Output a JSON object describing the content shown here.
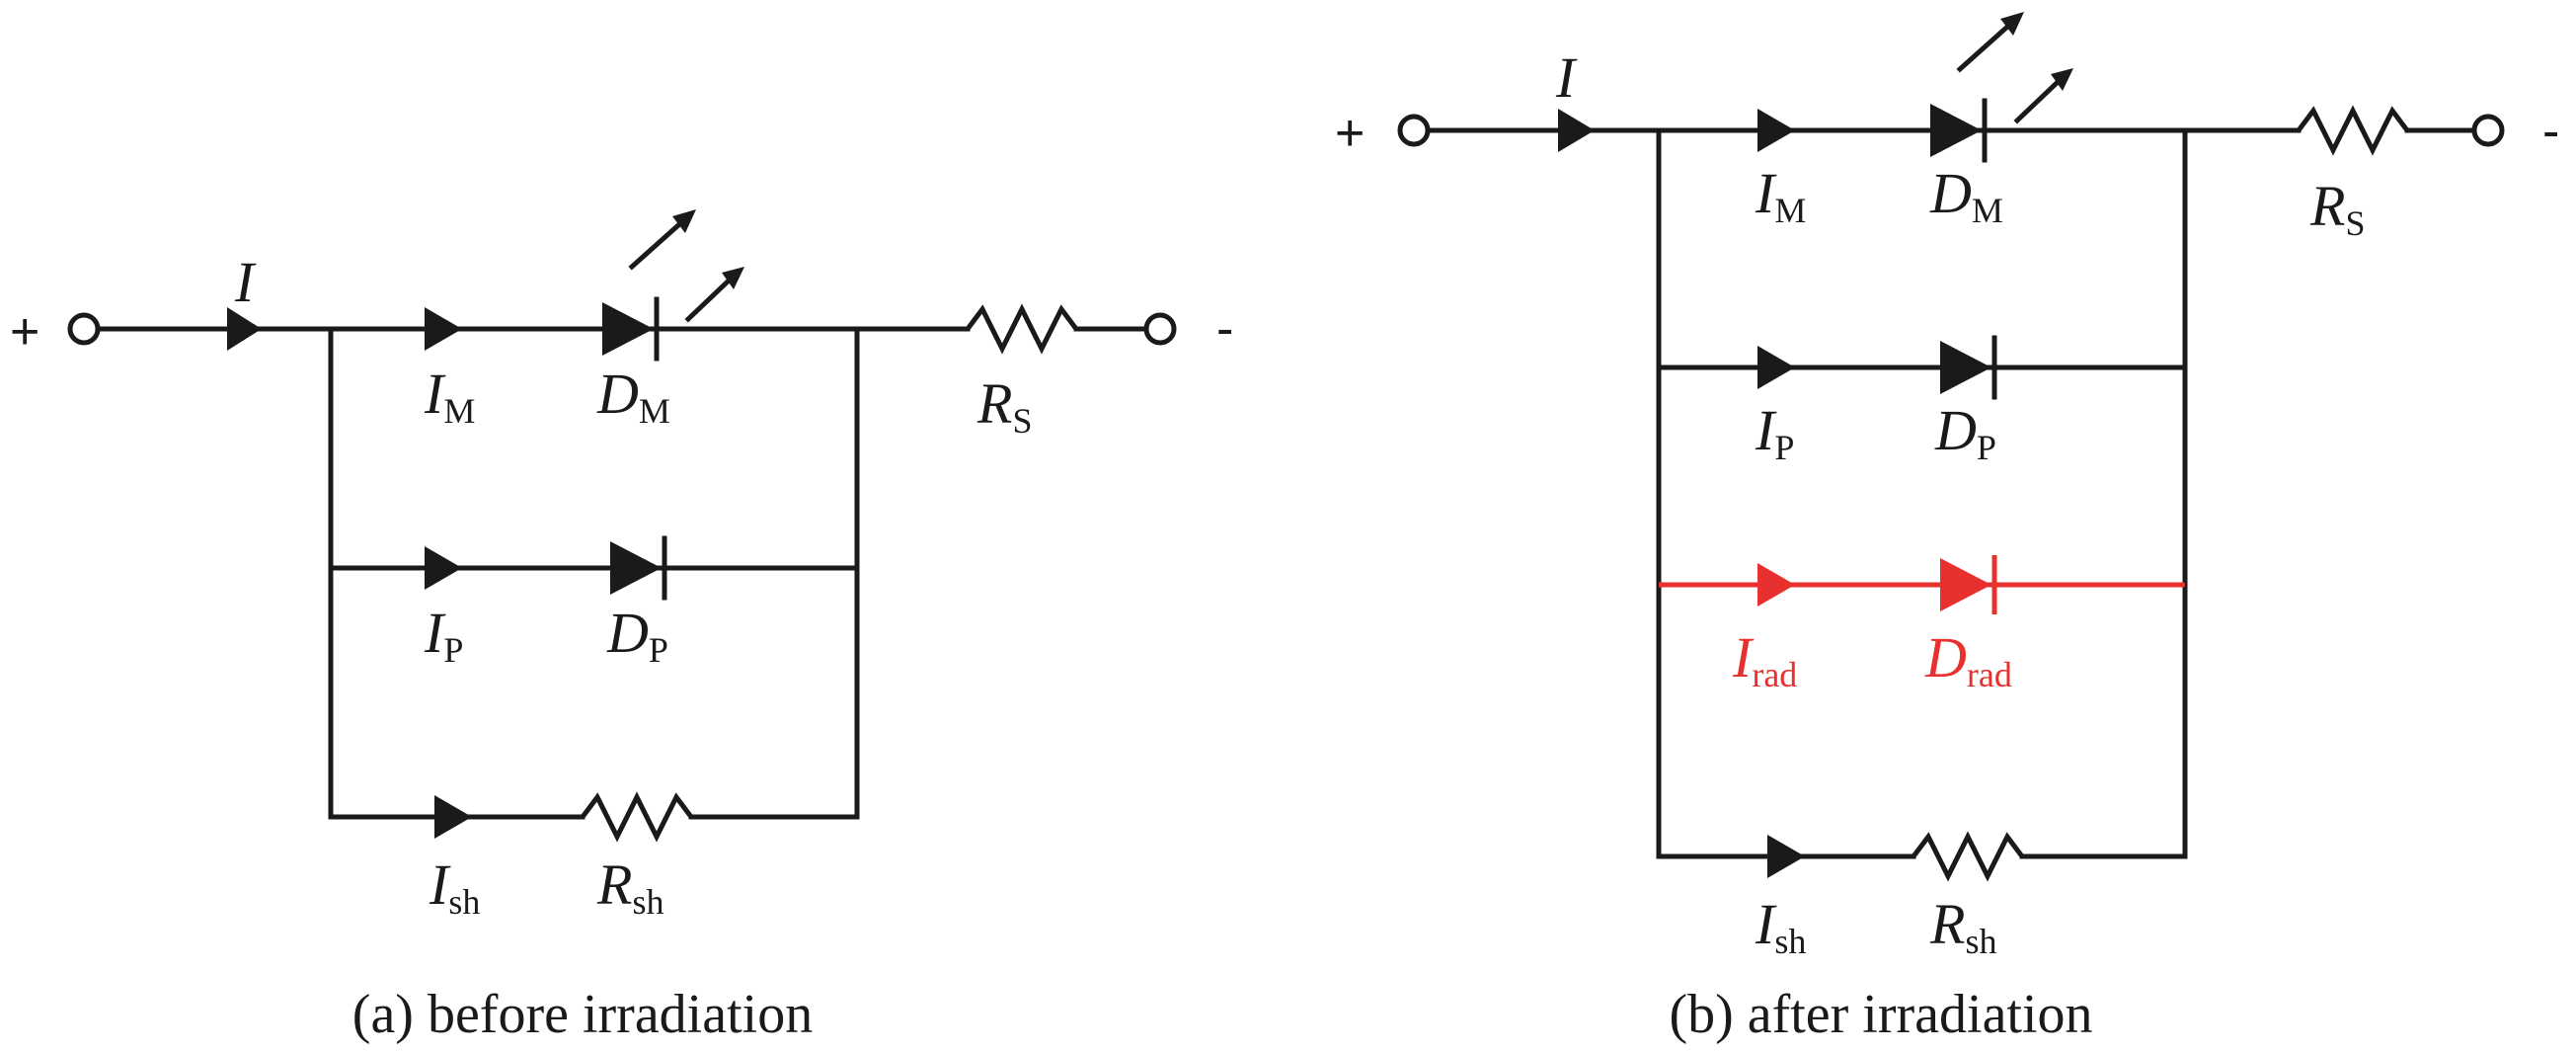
{
  "colors": {
    "wire": "#1a1a1a",
    "radiation_branch": "#e8302e"
  },
  "left": {
    "caption": "(a) before irradiation",
    "plus": "+",
    "minus": "-",
    "I": "I",
    "IM_main": "I",
    "IM_sub": "M",
    "DM_main": "D",
    "DM_sub": "M",
    "IP_main": "I",
    "IP_sub": "P",
    "DP_main": "D",
    "DP_sub": "P",
    "Ish_main": "I",
    "Ish_sub": "sh",
    "Rsh_main": "R",
    "Rsh_sub": "sh",
    "RS_main": "R",
    "RS_sub": "S"
  },
  "right": {
    "caption": "(b) after irradiation",
    "plus": "+",
    "minus": "-",
    "I": "I",
    "IM_main": "I",
    "IM_sub": "M",
    "DM_main": "D",
    "DM_sub": "M",
    "IP_main": "I",
    "IP_sub": "P",
    "DP_main": "D",
    "DP_sub": "P",
    "Irad_main": "I",
    "Irad_sub": "rad",
    "Drad_main": "D",
    "Drad_sub": "rad",
    "Ish_main": "I",
    "Ish_sub": "sh",
    "Rsh_main": "R",
    "Rsh_sub": "sh",
    "RS_main": "R",
    "RS_sub": "S"
  }
}
